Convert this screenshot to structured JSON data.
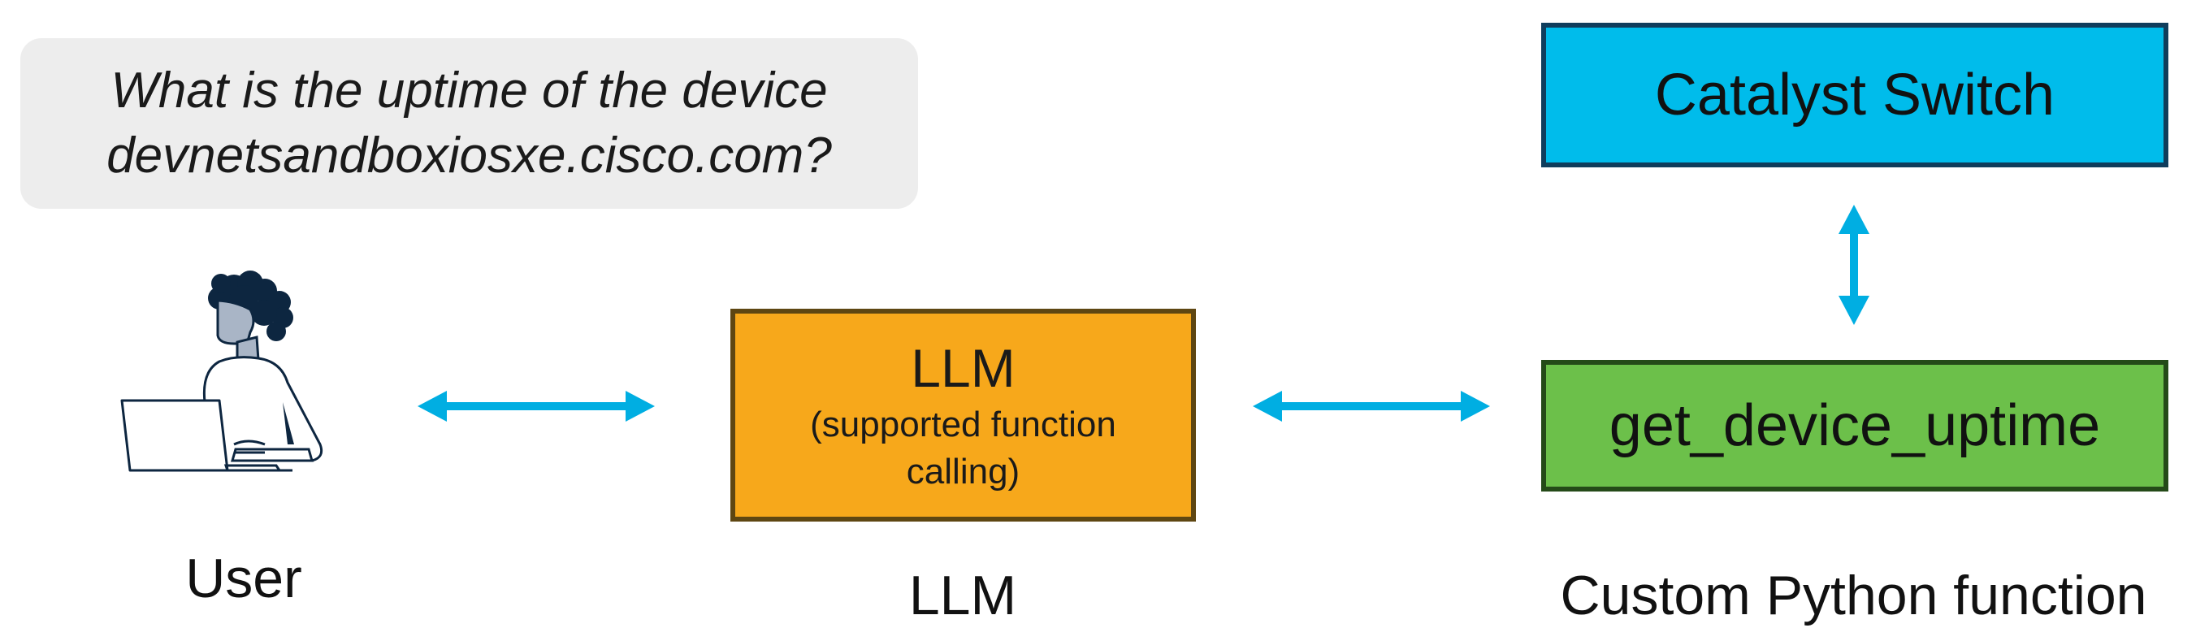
{
  "bubble": {
    "line1": "What is the uptime of the device",
    "line2": "devnetsandboxiosxe.cisco.com?"
  },
  "llm_box": {
    "title": "LLM",
    "sub_line1": "(supported function",
    "sub_line2": "calling)"
  },
  "catalyst_box": {
    "label": "Catalyst Switch"
  },
  "function_box": {
    "label": "get_device_uptime"
  },
  "captions": {
    "user": "User",
    "llm": "LLM",
    "function": "Custom Python function"
  },
  "colors": {
    "arrow": "#00aee2",
    "llm_fill": "#f7a81b",
    "catalyst_fill": "#00bceb",
    "function_fill": "#6cc04a",
    "bubble_fill": "#ededed",
    "person_navy": "#0d2640",
    "person_skin": "#a9b5c6"
  },
  "icons": {
    "user": "person-at-laptop-icon"
  }
}
